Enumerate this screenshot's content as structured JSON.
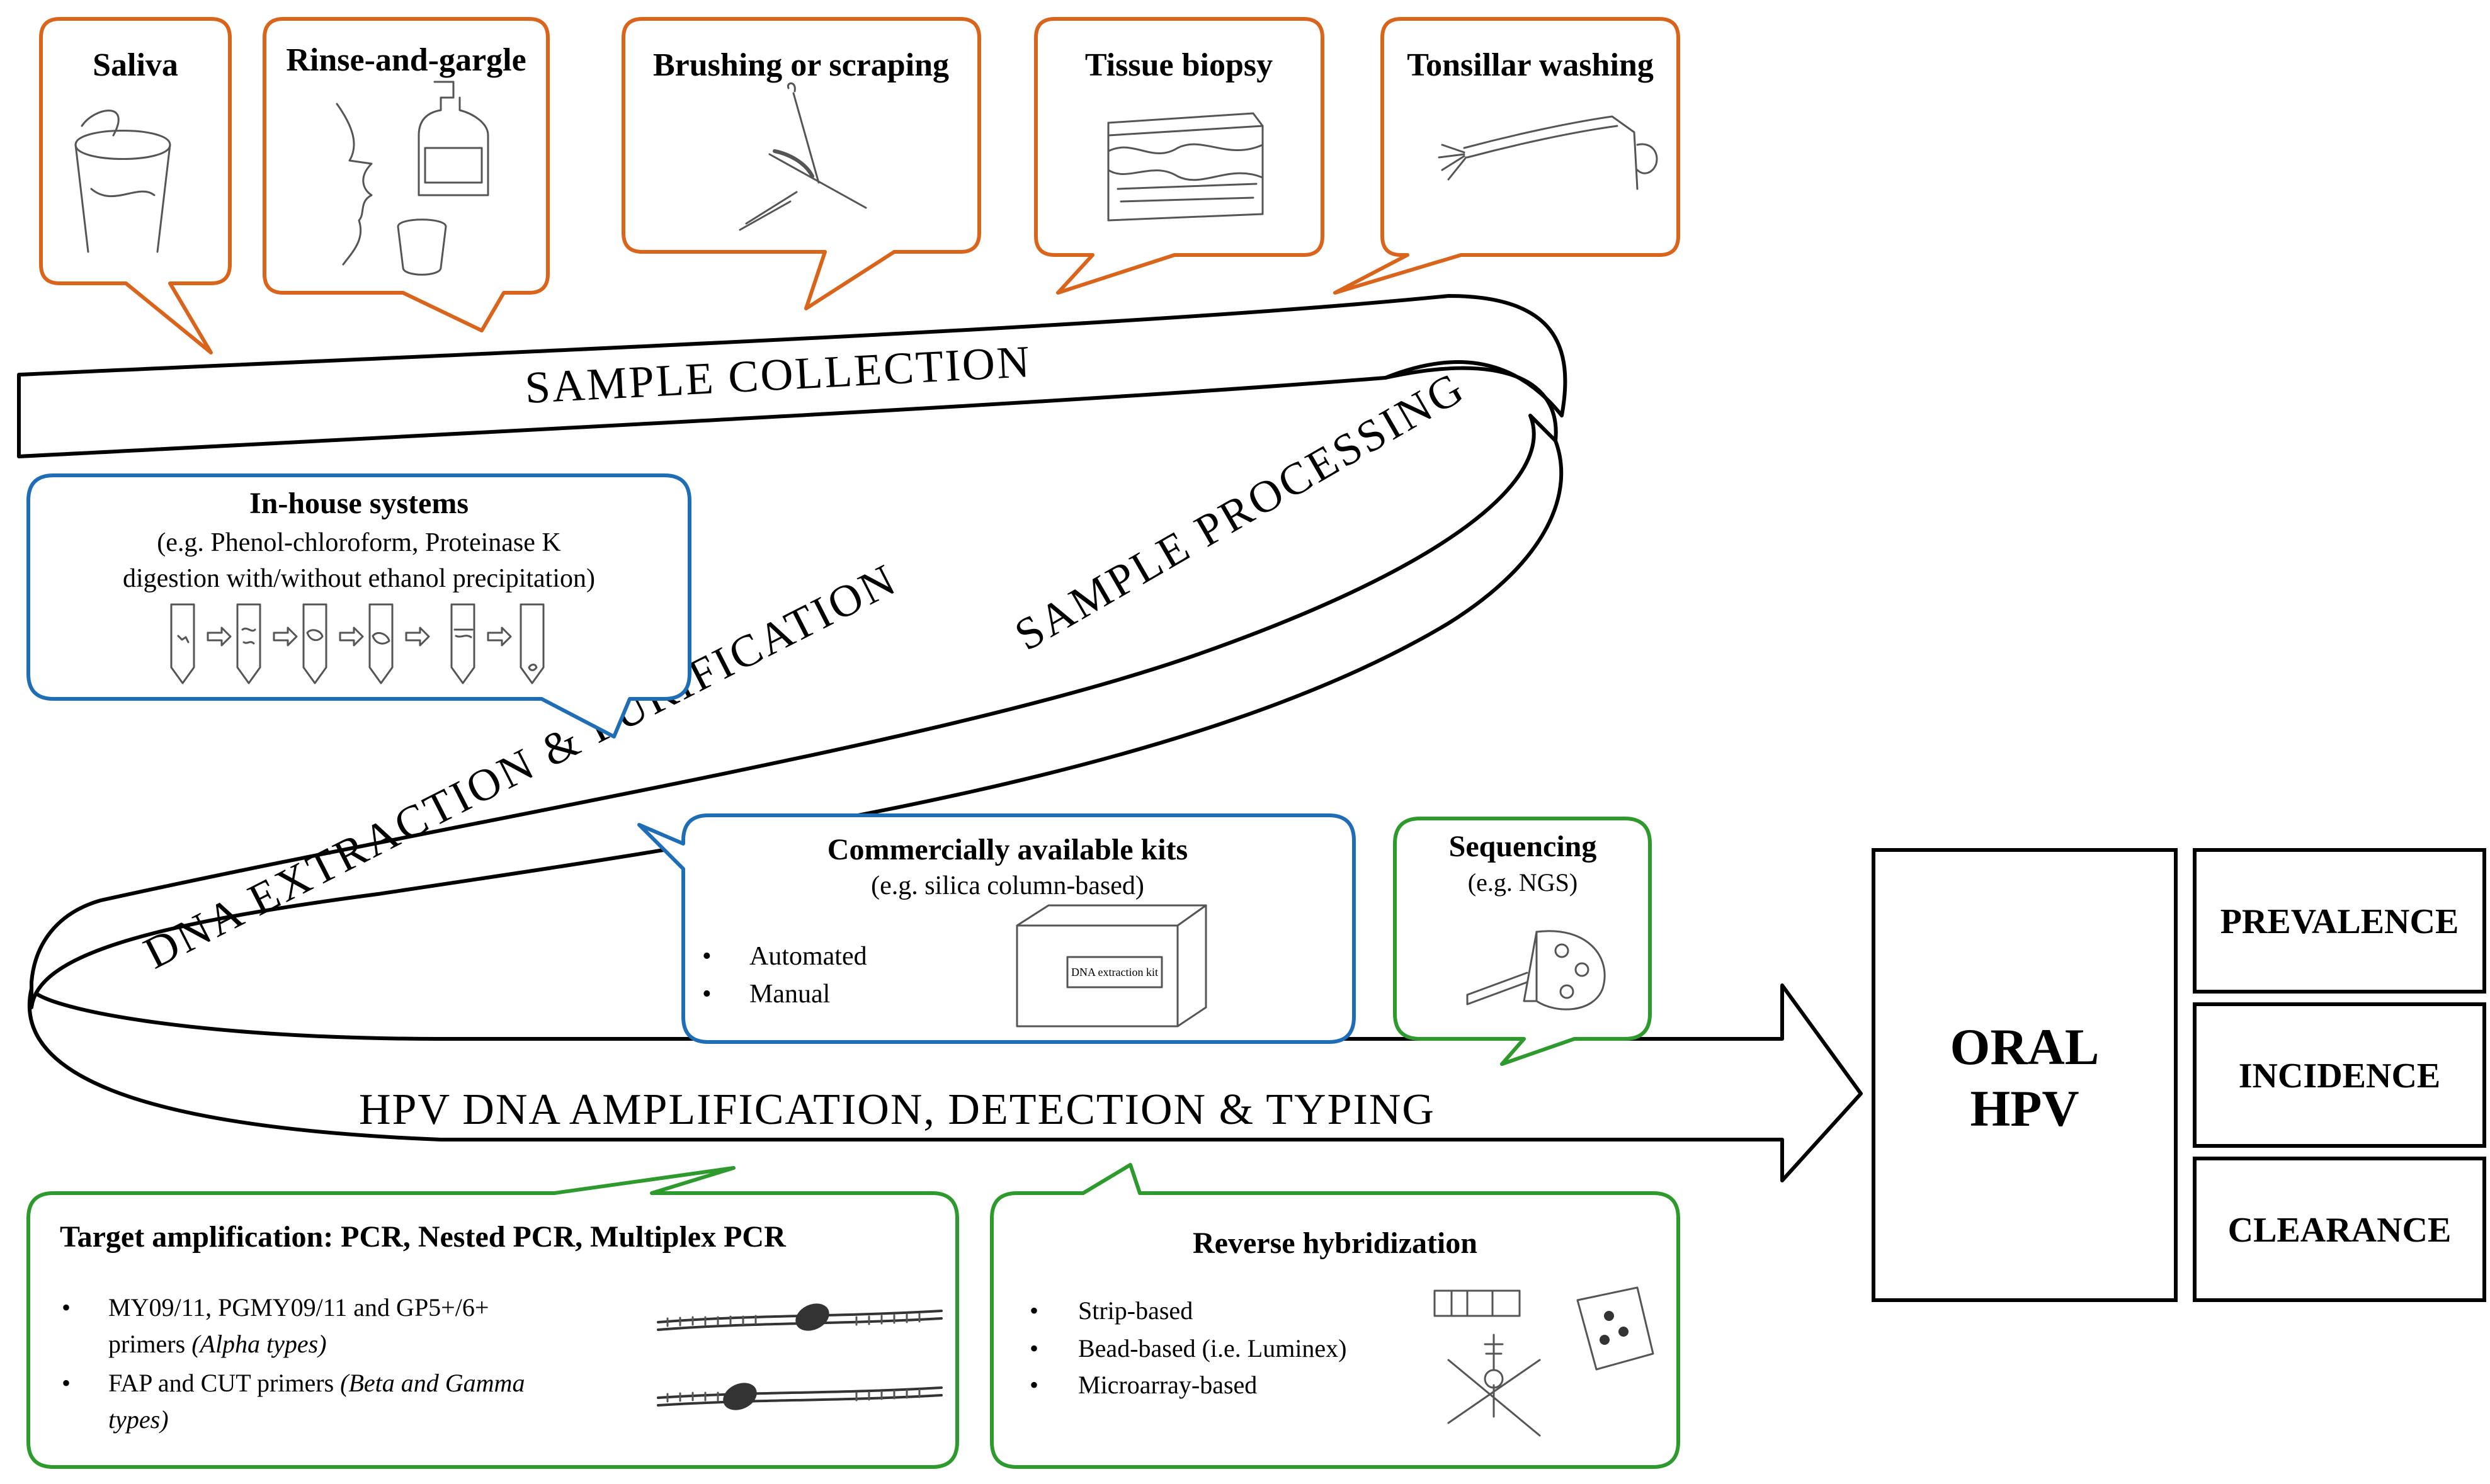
{
  "colors": {
    "collection": "#D9651C",
    "processing": "#1F6DB5",
    "detection": "#2E9A2E",
    "outline": "#000000",
    "sketch": "#555555"
  },
  "collection_bubbles": [
    {
      "label": "Saliva",
      "icon": "saliva-tube-sketch"
    },
    {
      "label": "Rinse-and-gargle",
      "icon": "gargle-sketch"
    },
    {
      "label": "Brushing or scraping",
      "icon": "brush-sketch"
    },
    {
      "label": "Tissue biopsy",
      "icon": "tissue-sketch"
    },
    {
      "label": "Tonsillar washing",
      "icon": "tonsil-wash-sketch"
    }
  ],
  "ribbon": {
    "sample_collection": "SAMPLE COLLECTION",
    "sample_processing": "SAMPLE PROCESSING",
    "dna_extraction": "DNA EXTRACTION & PURIFICATION",
    "amplification": "HPV DNA AMPLIFICATION, DETECTION & TYPING"
  },
  "inhouse": {
    "title": "In-house systems",
    "line1": "(e.g. Phenol-chloroform, Proteinase K",
    "line2": "digestion with/without ethanol precipitation)"
  },
  "kits": {
    "title": "Commercially available kits",
    "subtitle": "(e.g. silica column-based)",
    "items": [
      "Automated",
      "Manual"
    ],
    "box_label": "DNA extraction kit"
  },
  "sequencing": {
    "title": "Sequencing",
    "subtitle": "(e.g. NGS)"
  },
  "target_amp": {
    "title": "Target amplification: PCR, Nested PCR, Multiplex PCR",
    "item1_l1": "MY09/11, PGMY09/11 and GP5+/6+",
    "item1_l2": "primers",
    "item1_it": "(Alpha types)",
    "item2_l1": "FAP and CUT primers",
    "item2_it1": "(Beta and Gamma",
    "item2_it2": "types)"
  },
  "reverse_hyb": {
    "title": "Reverse hybridization",
    "items": [
      "Strip-based",
      "Bead-based (i.e. Luminex)",
      "Microarray-based"
    ]
  },
  "outcome": {
    "main_l1": "ORAL",
    "main_l2": "HPV",
    "boxes": [
      "PREVALENCE",
      "INCIDENCE",
      "CLEARANCE"
    ]
  }
}
